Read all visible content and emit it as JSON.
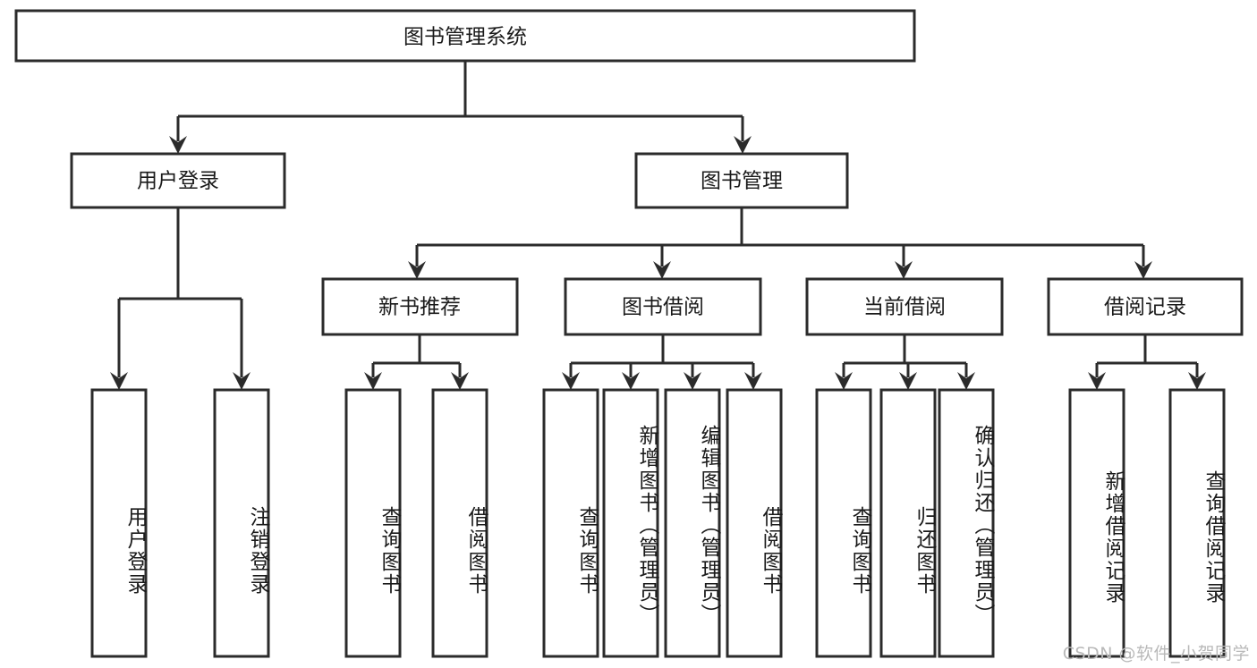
{
  "diagram": {
    "title": "图书管理系统",
    "type": "tree-hierarchy-chart",
    "root": {
      "id": "root",
      "label": "图书管理系统"
    },
    "level2": [
      {
        "id": "user-login",
        "label": "用户登录"
      },
      {
        "id": "book-manage",
        "label": "图书管理"
      }
    ],
    "level3": [
      {
        "id": "new-book-rec",
        "label": "新书推荐",
        "parent": "book-manage"
      },
      {
        "id": "book-borrow",
        "label": "图书借阅",
        "parent": "book-manage"
      },
      {
        "id": "current-borrow",
        "label": "当前借阅",
        "parent": "book-manage"
      },
      {
        "id": "borrow-record",
        "label": "借阅记录",
        "parent": "book-manage"
      }
    ],
    "leaves": {
      "user-login": [
        {
          "id": "leaf-user-login",
          "label": "用户登录"
        },
        {
          "id": "leaf-user-logout",
          "label": "注销登录"
        }
      ],
      "new-book-rec": [
        {
          "id": "leaf-query-book-1",
          "label": "查询图书"
        },
        {
          "id": "leaf-borrow-book-1",
          "label": "借阅图书"
        }
      ],
      "book-borrow": [
        {
          "id": "leaf-query-book-2",
          "label": "查询图书"
        },
        {
          "id": "leaf-add-book",
          "label": "新增图书（管理员）"
        },
        {
          "id": "leaf-edit-book",
          "label": "编辑图书（管理员）"
        },
        {
          "id": "leaf-borrow-book-2",
          "label": "借阅图书"
        }
      ],
      "current-borrow": [
        {
          "id": "leaf-query-book-3",
          "label": "查询图书"
        },
        {
          "id": "leaf-return-book",
          "label": "归还图书"
        },
        {
          "id": "leaf-confirm-return",
          "label": "确认归还（管理员）"
        }
      ],
      "borrow-record": [
        {
          "id": "leaf-add-record",
          "label": "新增借阅记录"
        },
        {
          "id": "leaf-query-record",
          "label": "查询借阅记录"
        }
      ]
    },
    "colors": {
      "stroke": "#2b2b2b",
      "fill": "#ffffff",
      "text": "#1a1a1a",
      "watermark": "#b9b9b9"
    }
  },
  "watermark": {
    "text": "CSDN @软件_小贺同学"
  }
}
